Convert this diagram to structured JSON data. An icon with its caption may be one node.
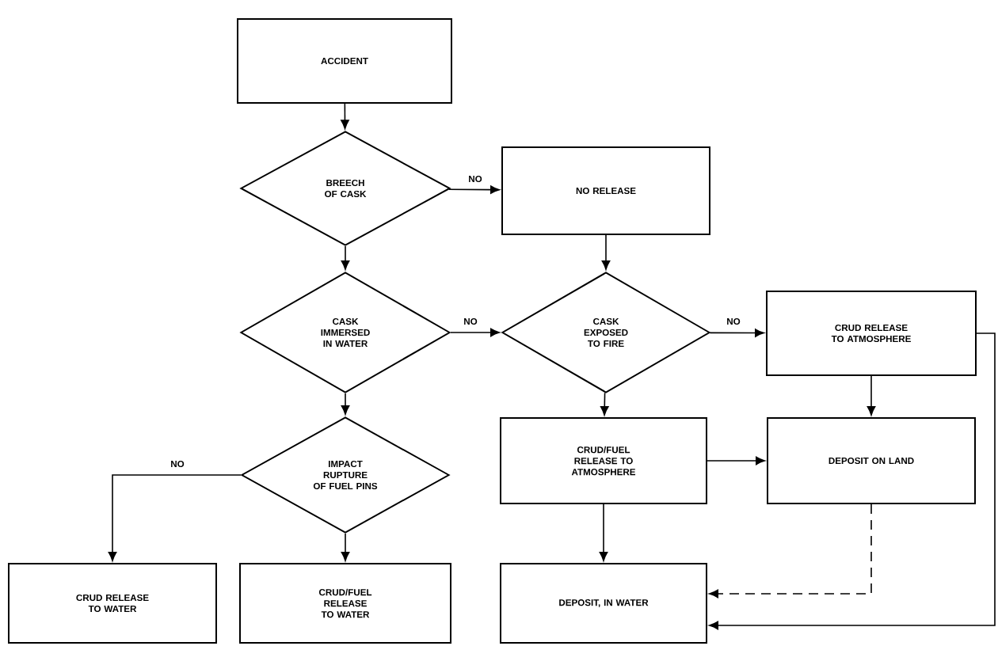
{
  "diagram": {
    "nodes": [
      {
        "text": [
          "ACCIDENT"
        ]
      },
      {
        "text": [
          "BREECH OF CASK"
        ]
      },
      {
        "text": [
          "NO RELEASE"
        ]
      },
      {
        "text": [
          "CASK IMMERSED IN WATER"
        ]
      },
      {
        "text": [
          "CASK EXPOSED TO FIRE"
        ]
      },
      {
        "text": [
          "CRUD RELEASE TO ATMOSPHERE"
        ]
      },
      {
        "text": [
          "IMPACT RUPTURE OF FUEL PINS"
        ]
      },
      {
        "text": [
          "CRUD/FUEL RELEASE TO ATMOSPHERE"
        ]
      },
      {
        "text": [
          "DEPOSIT ON LAND"
        ]
      },
      {
        "text": [
          "CRUD RELEASE TO WATER"
        ]
      },
      {
        "text": [
          "CRUD/FUEL RELEASE TO WATER"
        ]
      },
      {
        "text": [
          "DEPOSIT, IN WATER"
        ]
      }
    ],
    "edges": [
      {
        "from": 0,
        "to": 1,
        "arrow": "to"
      },
      {
        "from": 1,
        "to": 2,
        "arrow": "to",
        "label": "NO"
      },
      {
        "from": 1,
        "to": 3,
        "arrow": "to"
      },
      {
        "from": 2,
        "to": 4,
        "arrow": "to"
      },
      {
        "from": 3,
        "to": 4,
        "arrow": "to",
        "label": "NO"
      },
      {
        "from": 4,
        "to": 5,
        "arrow": "to",
        "label": "NO"
      },
      {
        "from": 3,
        "to": 6,
        "arrow": "to"
      },
      {
        "from": 4,
        "to": 7,
        "arrow": "to"
      },
      {
        "from": 5,
        "to": 8,
        "arrow": "to"
      },
      {
        "from": 7,
        "to": 8,
        "arrow": "to"
      },
      {
        "from": 6,
        "to": 9,
        "arrow": "to",
        "label": "NO"
      },
      {
        "from": 6,
        "to": 10,
        "arrow": "to"
      },
      {
        "from": 7,
        "to": 11,
        "arrow": "to"
      },
      {
        "from": 8,
        "to": 11,
        "arrow": "to",
        "style": "dashed"
      },
      {
        "from": 5,
        "to": 11,
        "arrow": "to"
      }
    ]
  }
}
